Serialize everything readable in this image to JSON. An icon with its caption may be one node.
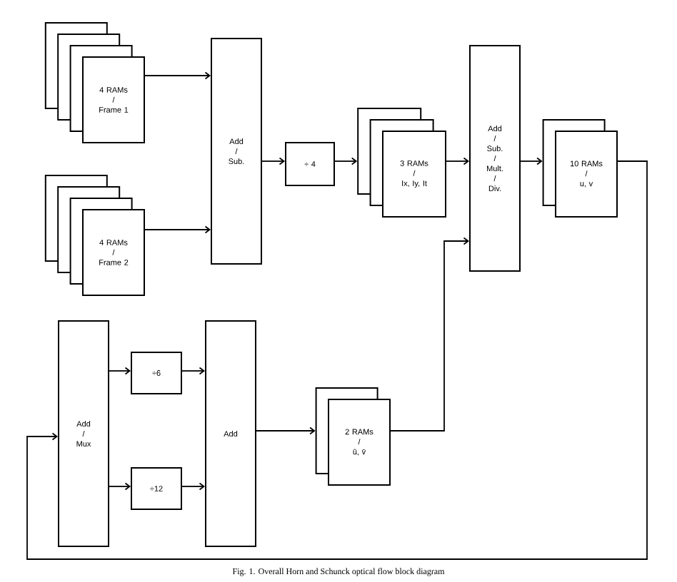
{
  "diagram": {
    "caption": "Fig. 1. Overall Horn and Schunck optical flow block diagram",
    "nodes": [
      {
        "text": [
          "4 RAMs / Frame 1"
        ]
      },
      {
        "text": [
          "4 RAMs / Frame 2"
        ]
      },
      {
        "text": [
          "Add / Sub."
        ]
      },
      {
        "text": [
          "÷ 4"
        ]
      },
      {
        "text": [
          "3 RAMs / Ix, Iy, It"
        ]
      },
      {
        "text": [
          "Add / Sub. / Mult. / Div."
        ]
      },
      {
        "text": [
          "10 RAMs / u, v"
        ]
      },
      {
        "text": [
          "Add / Mux"
        ]
      },
      {
        "text": [
          "÷6"
        ]
      },
      {
        "text": [
          "÷12"
        ]
      },
      {
        "text": [
          "Add"
        ]
      },
      {
        "text": [
          "2 RAMs / ū, v̄"
        ]
      }
    ],
    "edges": [
      {
        "from": 0,
        "to": 2,
        "arrow": "to"
      },
      {
        "from": 1,
        "to": 2,
        "arrow": "to"
      },
      {
        "from": 2,
        "to": 3,
        "arrow": "to"
      },
      {
        "from": 3,
        "to": 4,
        "arrow": "to"
      },
      {
        "from": 4,
        "to": 5,
        "arrow": "to"
      },
      {
        "from": 5,
        "to": 6,
        "arrow": "to"
      },
      {
        "from": 6,
        "to": 7,
        "arrow": "to"
      },
      {
        "from": 7,
        "to": 8,
        "arrow": "to"
      },
      {
        "from": 7,
        "to": 9,
        "arrow": "to"
      },
      {
        "from": 8,
        "to": 10,
        "arrow": "to"
      },
      {
        "from": 9,
        "to": 10,
        "arrow": "to"
      },
      {
        "from": 10,
        "to": 11,
        "arrow": "to"
      },
      {
        "from": 11,
        "to": 5,
        "arrow": "to"
      }
    ]
  }
}
